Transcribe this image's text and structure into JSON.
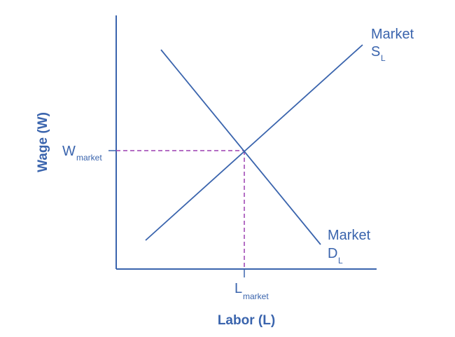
{
  "axes": {
    "y_title": "Wage (W)",
    "x_title": "Labor (L)"
  },
  "supply": {
    "label_line1": "Market",
    "label_main": "S",
    "label_sub": "L"
  },
  "demand": {
    "label_line1": "Market",
    "label_main": "D",
    "label_sub": "L"
  },
  "equilibrium": {
    "wage_main": "W",
    "wage_sub": "market",
    "labor_main": "L",
    "labor_sub": "market"
  },
  "colors": {
    "line": "#3a64ad",
    "guide": "#9b3fb0",
    "text": "#3a64ad"
  }
}
